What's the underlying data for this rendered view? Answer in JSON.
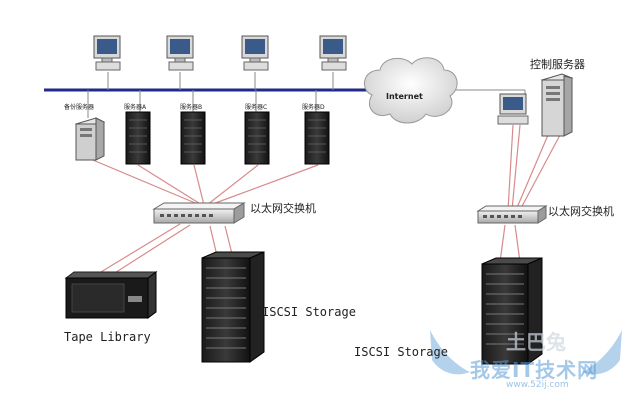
{
  "labels": {
    "backup_server": "备份服务器",
    "server_a": "服务器A",
    "server_b": "服务器B",
    "server_c": "服务器C",
    "server_d": "服务器D",
    "control_server": "控制服务器",
    "internet": "Internet",
    "switch_left": "以太网交换机",
    "switch_right": "以太网交换机",
    "tape_library": "Tape Library",
    "iscsi_left": "ISCSI Storage",
    "iscsi_right": "ISCSI Storage"
  },
  "watermark": {
    "brand": "我爱IT技术网",
    "url": "www.52ij.com",
    "logo_text": "土巴兔"
  },
  "colors": {
    "network_bus": "#1f2a8a",
    "cable": "#d88a8a",
    "watermark": "#5a9cd6"
  }
}
